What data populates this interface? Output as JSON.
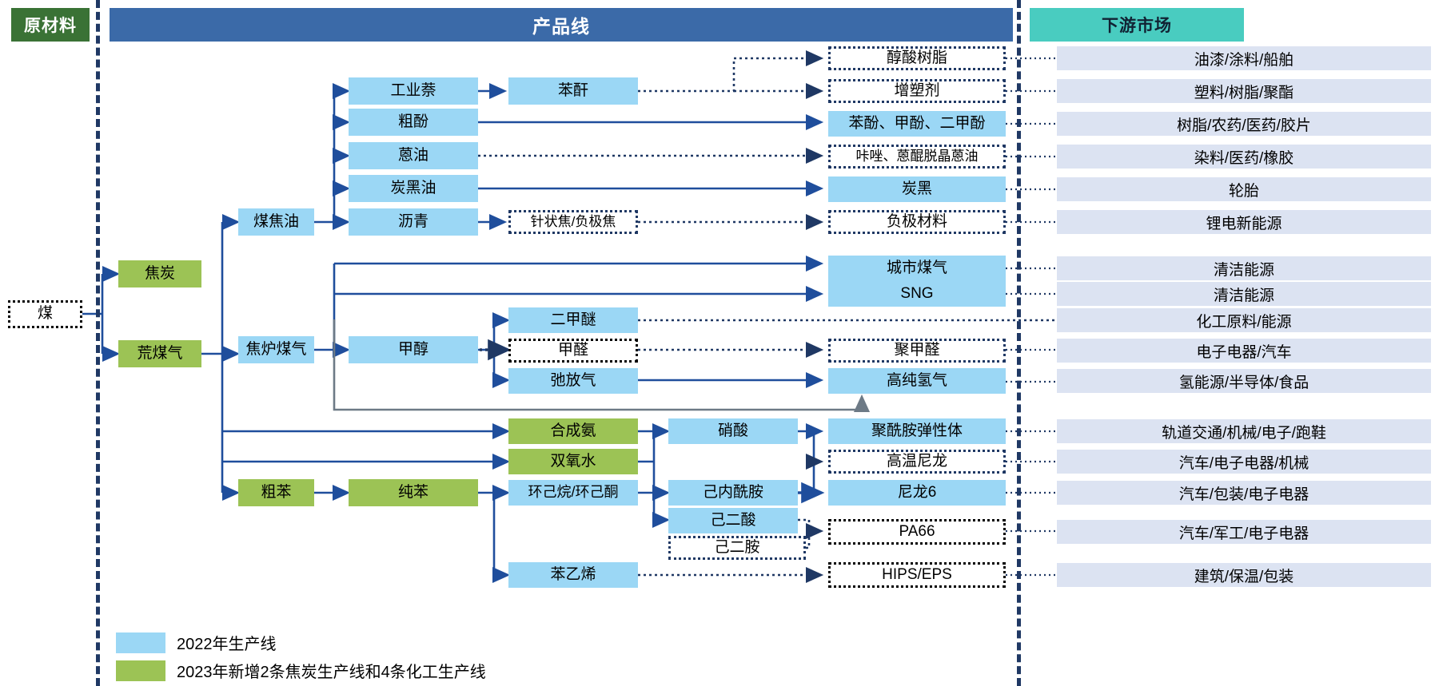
{
  "columns": {
    "raw_material": "原材料",
    "product_line": "产品线",
    "downstream_market": "下游市场"
  },
  "legend": {
    "items": [
      {
        "color": "#9BD7F5",
        "label": "2022年生产线"
      },
      {
        "color": "#9CC355",
        "label": "2023年新增2条焦炭生产线和4条化工生产线"
      }
    ]
  },
  "colors": {
    "blue_2022": "#9BD7F5",
    "green_2023": "#9CC355",
    "banner_raw": "#3A7235",
    "banner_product": "#3B6AA8",
    "banner_downstream": "#49CCC0",
    "market_cell": "#DCE3F2",
    "connector": "#1F4E9C",
    "separator": "#1F3864"
  },
  "nodes": {
    "coal": "煤",
    "coke": "焦炭",
    "raw_coal_gas": "荒煤气",
    "coal_tar": "煤焦油",
    "coke_oven_gas": "焦炉煤气",
    "industrial_naphthalene": "工业萘",
    "crude_phenol": "粗酚",
    "anthracene_oil": "蒽油",
    "carbon_black_oil": "炭黑油",
    "pitch": "沥青",
    "phthalic_anhydride": "苯酐",
    "needle_coke": "针状焦/负极焦",
    "methanol": "甲醇",
    "dme": "二甲醚",
    "formaldehyde": "甲醛",
    "purge_gas": "弛放气",
    "synthetic_ammonia": "合成氨",
    "hydrogen_peroxide": "双氧水",
    "crude_benzene": "粗苯",
    "pure_benzene": "纯苯",
    "cyclohexane_cyclohexanone": "环己烷/环己酮",
    "styrene": "苯乙烯",
    "nitric_acid": "硝酸",
    "caprolactam": "己内酰胺",
    "adipic_acid": "己二酸",
    "hexanediamine": "己二胺",
    "alkyd_resin": "醇酸树脂",
    "plasticizer": "增塑剂",
    "phenols": "苯酚、甲酚、二甲酚",
    "carbazole": "咔唑、蒽醌脱晶蒽油",
    "carbon_black": "炭黑",
    "anode_material": "负极材料",
    "city_gas": "城市煤气",
    "sng": "SNG",
    "pom": "聚甲醛",
    "high_purity_hydrogen": "高纯氢气",
    "polyamide_elastomer": "聚酰胺弹性体",
    "high_temp_nylon": "高温尼龙",
    "nylon6": "尼龙6",
    "pa66": "PA66",
    "hips_eps": "HIPS/EPS"
  },
  "markets": [
    {
      "label": "油漆/涂料/船舶"
    },
    {
      "label": "塑料/树脂/聚酯"
    },
    {
      "label": "树脂/农药/医药/胶片"
    },
    {
      "label": "染料/医药/橡胶"
    },
    {
      "label": "轮胎"
    },
    {
      "label": "锂电新能源"
    },
    {
      "label": "清洁能源"
    },
    {
      "label": "清洁能源"
    },
    {
      "label": "化工原料/能源"
    },
    {
      "label": "电子电器/汽车"
    },
    {
      "label": "氢能源/半导体/食品"
    },
    {
      "label": "轨道交通/机械/电子/跑鞋"
    },
    {
      "label": "汽车/电子电器/机械"
    },
    {
      "label": "汽车/包装/电子电器"
    },
    {
      "label": "汽车/军工/电子电器"
    },
    {
      "label": "建筑/保温/包装"
    }
  ]
}
